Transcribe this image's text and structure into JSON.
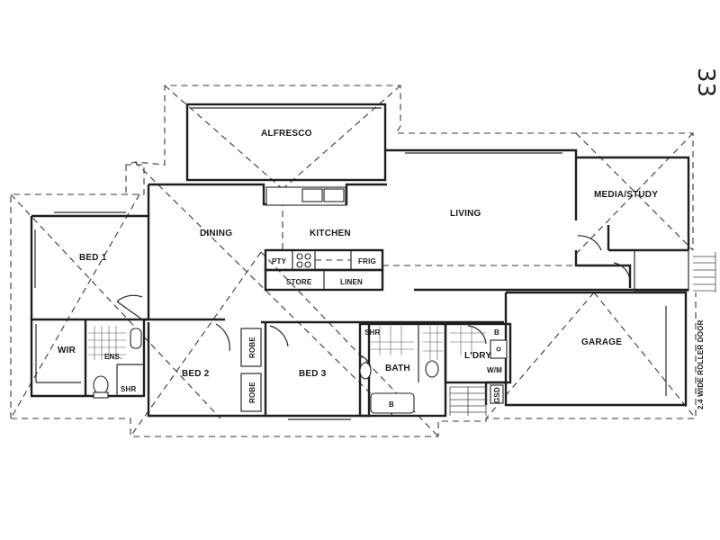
{
  "page_number": "33",
  "rooms": {
    "alfresco": "ALFRESCO",
    "kitchen": "KITCHEN",
    "living": "LIVING",
    "media": "MEDIA/STUDY",
    "dining": "DINING",
    "bed1": "BED 1",
    "bed2": "BED 2",
    "bed3": "BED 3",
    "garage": "GARAGE",
    "wir": "WIR",
    "ens": "ENS.",
    "ens_shr": "SHR",
    "robe1": "ROBE",
    "robe2": "ROBE",
    "pty": "PTY",
    "frig": "FRIG",
    "store": "STORE",
    "linen": "LINEN",
    "bath": "BATH",
    "bath_shr": "SHR",
    "bath_b": "B",
    "ldry": "L'DRY",
    "ldry_b": "B",
    "wm": "W/M",
    "gsd": "GSD"
  },
  "annotations": {
    "roller_door": "2.4 WIDE ROLLER DOOR"
  }
}
